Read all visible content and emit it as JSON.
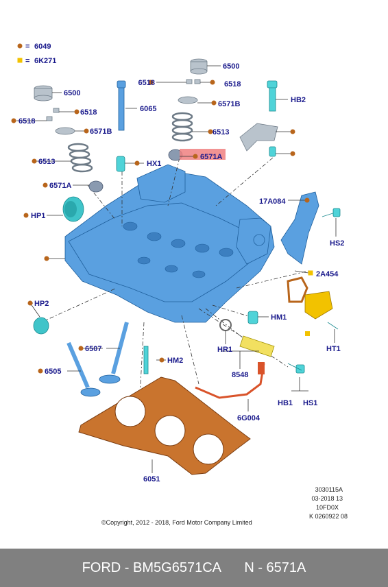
{
  "legend": [
    {
      "marker": "circle",
      "color": "#b8651b",
      "label": "6049"
    },
    {
      "marker": "square",
      "color": "#f2c200",
      "label": "6K271"
    }
  ],
  "callouts": {
    "c6500_top": "6500",
    "c6518_left_top": "6518",
    "c6518_right_top": "6518",
    "c6571B_top": "6571B",
    "c6513_top": "6513",
    "c6571A_top": "6571A",
    "c6500_left": "6500",
    "c6518_left": "6518",
    "c6518_far_left": "6518",
    "c6571B_left": "6571B",
    "c6513_left": "6513",
    "c6571A_left": "6571A",
    "c6065": "6065",
    "cHX1": "HX1",
    "cHB2": "HB2",
    "c17A084": "17A084",
    "cHS2": "HS2",
    "cHP1": "HP1",
    "c2A454": "2A454",
    "cHM1": "HM1",
    "cHP2": "HP2",
    "cHT1": "HT1",
    "cHR1": "HR1",
    "c8548": "8548",
    "c6507": "6507",
    "cHM2": "HM2",
    "c6505": "6505",
    "cHB1": "HB1",
    "cHS1": "HS1",
    "c6G004": "6G004",
    "c6051": "6051"
  },
  "highlight_color": "#f08080",
  "info_block": [
    "3030115A",
    "03-2018 13",
    "10FD0X",
    "K 0260922 08"
  ],
  "copyright": "©Copyright, 2012 - 2018, Ford Motor Company Limited",
  "footer": {
    "brand_part": "FORD - BM5G6571CA",
    "ref": "N - 6571A"
  }
}
